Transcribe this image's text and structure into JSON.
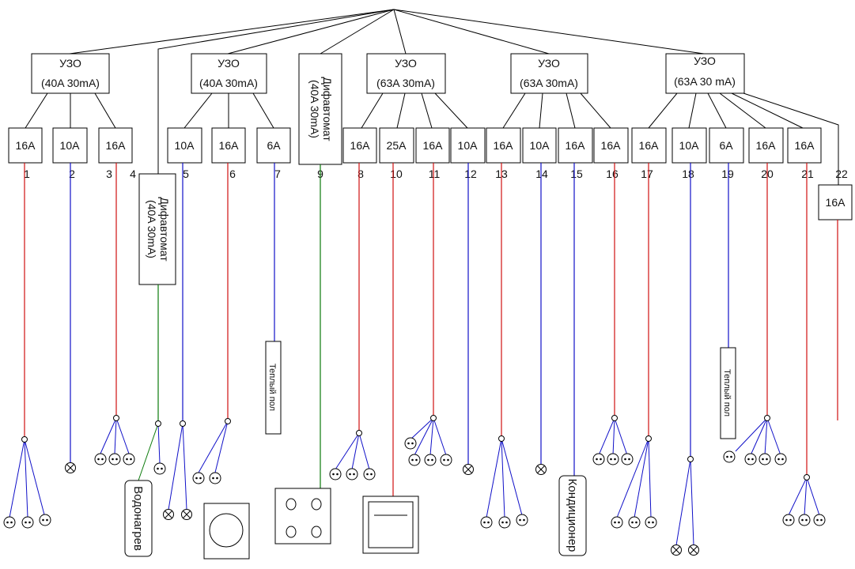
{
  "colors": {
    "line": "#000000",
    "phase_red": "#d01010",
    "phase_blue": "#1010c8",
    "phase_green": "#0a7a0a"
  },
  "rcd": [
    {
      "name": "УЗО",
      "rating": "(40A 30mA)"
    },
    {
      "name": "УЗО",
      "rating": "(40A 30mA)"
    },
    {
      "name": "УЗО",
      "rating": "(63A 30mA)"
    },
    {
      "name": "УЗО",
      "rating": "(63A 30mA)"
    },
    {
      "name": "УЗО",
      "rating": "(63A 30 mA)"
    }
  ],
  "rcbo": [
    {
      "name": "Дифавтомат",
      "rating": "(40A 30mA)"
    },
    {
      "name": "Дифавтомат",
      "rating": "(40A 30mA)"
    }
  ],
  "breakers": [
    "16A",
    "10A",
    "16A",
    "10A",
    "16A",
    "6A",
    "16A",
    "25A",
    "16A",
    "10A",
    "16A",
    "10A",
    "16A",
    "16A",
    "16A",
    "10A",
    "6A",
    "16A",
    "16A",
    "16A"
  ],
  "circuit_numbers": [
    "1",
    "2",
    "3",
    "4",
    "5",
    "6",
    "7",
    "9",
    "8",
    "10",
    "11",
    "12",
    "13",
    "14",
    "15",
    "16",
    "17",
    "18",
    "19",
    "20",
    "21",
    "22"
  ],
  "loads": {
    "water_heater": "Водонагрев",
    "floor_heating_1": "Теплый пол",
    "floor_heating_2": "Теплый пол",
    "air_conditioner": "Кондиционер"
  }
}
